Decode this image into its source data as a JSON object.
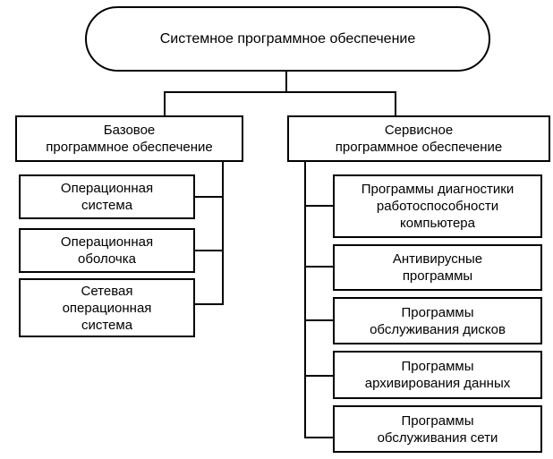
{
  "diagram": {
    "root": {
      "label": "Системное программное обеспечение"
    },
    "branches": [
      {
        "label": "Базовое\nпрограммное обеспечение",
        "children": [
          {
            "label": "Операционная\nсистема"
          },
          {
            "label": "Операционная\nоболочка"
          },
          {
            "label": "Сетевая\nоперационная\nсистема"
          }
        ]
      },
      {
        "label": "Сервисное\nпрограммное обеспечение",
        "children": [
          {
            "label": "Программы диагностики\nработоспособности\nкомпьютера"
          },
          {
            "label": "Антивирусные\nпрограммы"
          },
          {
            "label": "Программы\nобслуживания дисков"
          },
          {
            "label": "Программы\nархивирования данных"
          },
          {
            "label": "Программы\nобслуживания сети"
          }
        ]
      }
    ]
  }
}
